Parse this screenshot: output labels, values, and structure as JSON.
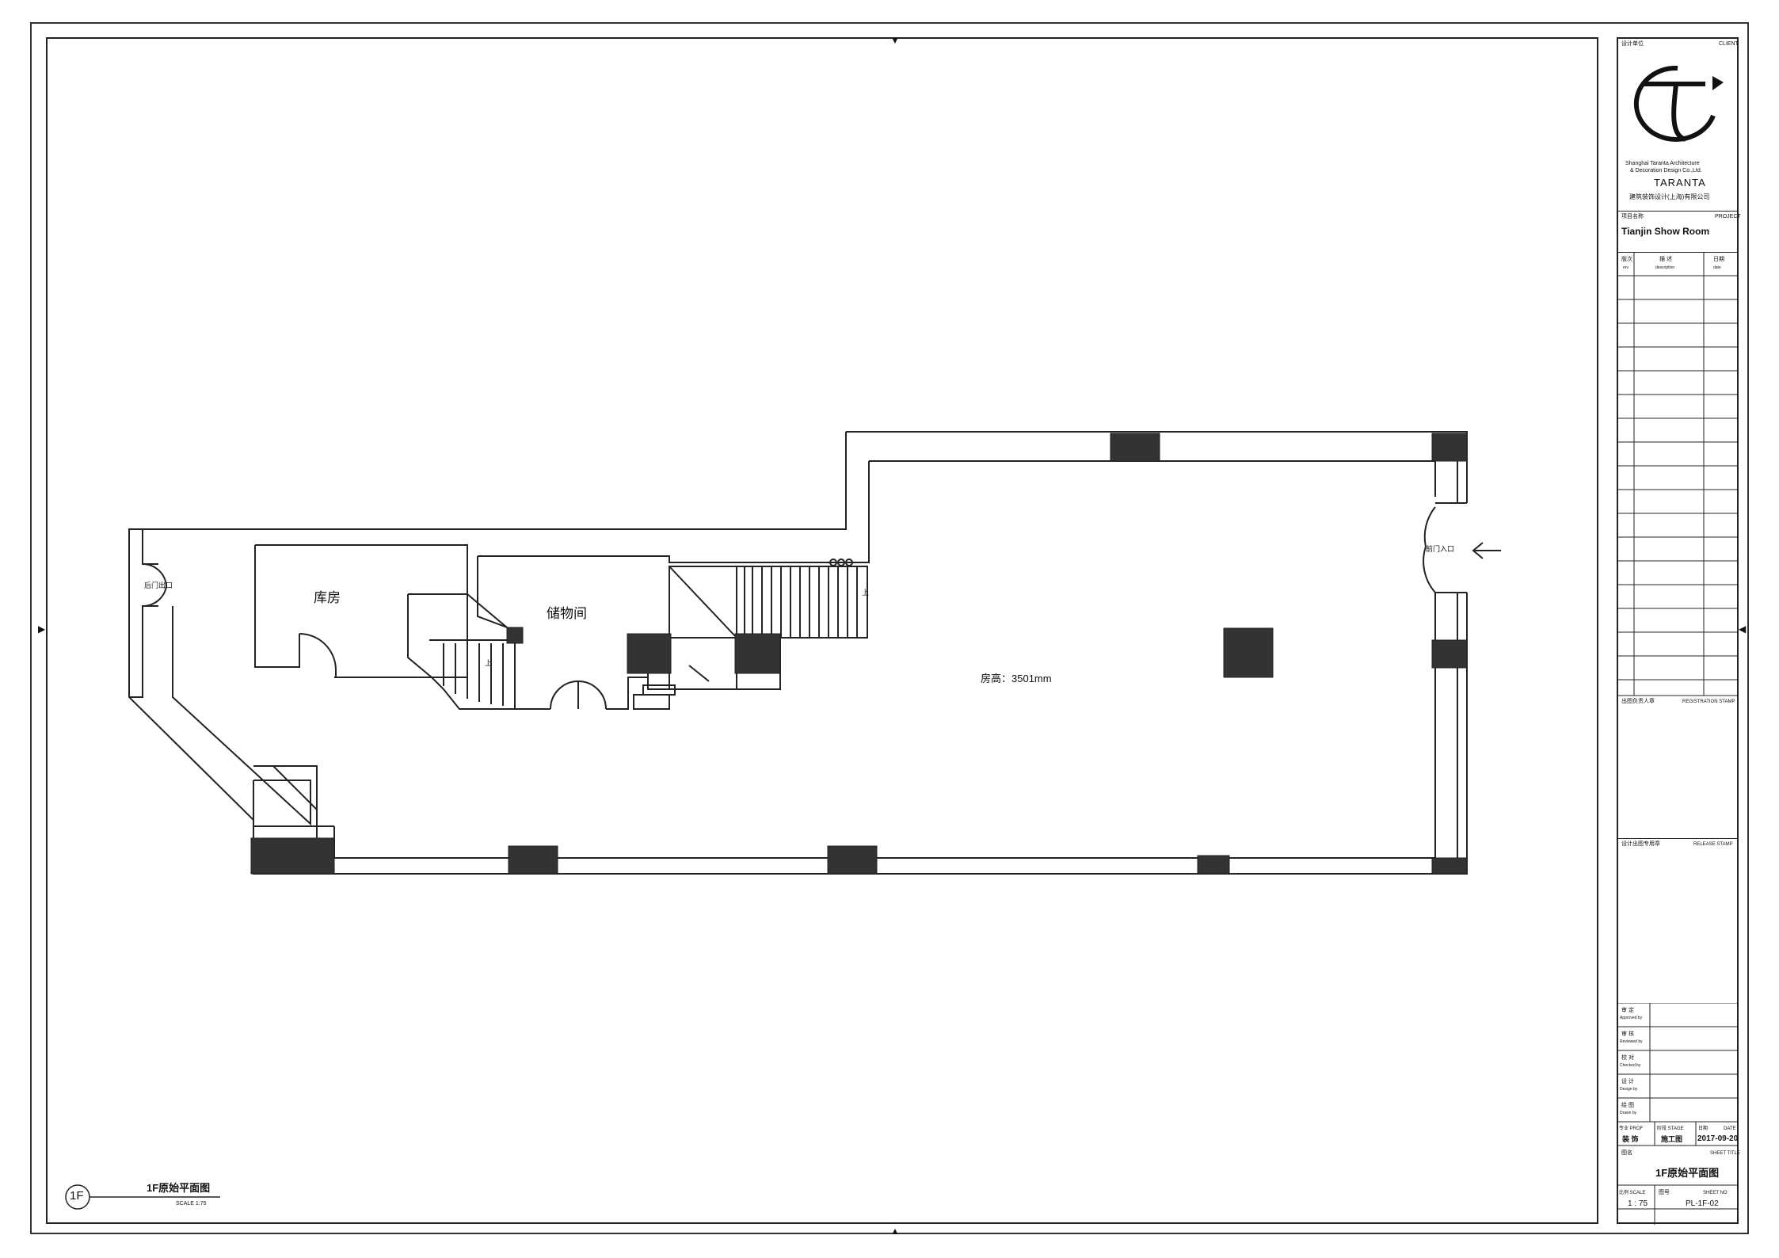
{
  "plan": {
    "rooms": {
      "storage_room": "库房",
      "store_room": "储物间",
      "ceiling_height": "房高：3501mm",
      "front_entrance": "前门入口",
      "back_exit": "后门出口",
      "stair_up_1": "上",
      "stair_up_2": "上"
    },
    "drawing_title": "1F原始平面图",
    "drawing_scale": "SCALE   1:75",
    "drawing_tag": "1F"
  },
  "title_block": {
    "designer_label": "设计单位",
    "client_label": "CLIENT",
    "logo_letters": "TC",
    "company_en_1": "Shanghai Taranta Architecture",
    "company_en_2": "& Decoration Design Co.,Ltd.",
    "company_brand": "TARANTA",
    "company_cn": "建筑装饰设计(上海)有限公司",
    "project_label": "项目名称",
    "project_label_en": "PROJECT",
    "project_name": "Tianjin Show Room",
    "rev_label": "版次",
    "rev_label_en": "rev",
    "desc_label": "描 述",
    "desc_label_en": "description",
    "date_label": "日期",
    "date_label_en": "date",
    "registration_label": "出图负责人章",
    "registration_label_en": "REGISTRATION STAMP",
    "release_label": "设计出图专用章",
    "release_label_en": "RELEASE STAMP",
    "approved_label": "审 定",
    "approved_label_en": "Approved by",
    "reviewed_label": "审 核",
    "reviewed_label_en": "Reviewed by",
    "checked_label": "校 对",
    "checked_label_en": "Checked by",
    "design_label": "设 计",
    "design_label_en": "Design by",
    "drawn_label": "绘 图",
    "drawn_label_en": "Drawn by",
    "profession_label": "专业 PROF",
    "profession_value": "装 饰",
    "stage_label": "阶段 STAGE",
    "stage_value": "施工图",
    "date_field_label": "日期",
    "date_field_label_en": "DATE",
    "date_value": "2017-09-20",
    "sheet_title_label": "图名",
    "sheet_title_label_en": "SHEET TITLE",
    "sheet_title": "1F原始平面图",
    "scale_label": "比例 SCALE",
    "scale_value": "1 : 75",
    "sheet_no_label": "图号",
    "sheet_no_label_en": "SHEET NO",
    "sheet_no": "PL-1F-02"
  },
  "colors": {
    "line": "#222222",
    "column_fill": "#333333",
    "paper": "#ffffff"
  }
}
